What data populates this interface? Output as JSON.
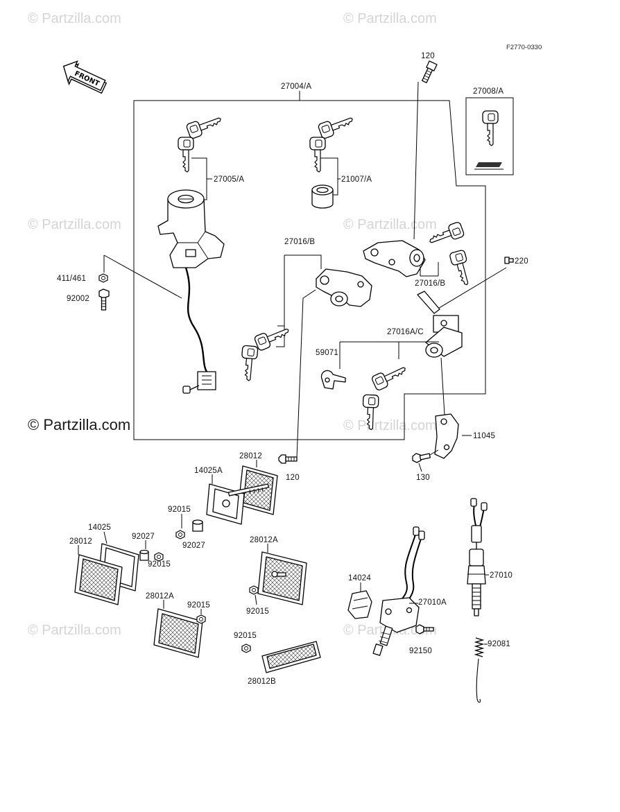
{
  "watermark": "© Partzilla.com",
  "diagram_code": "F2770-0330",
  "front_label": "FRONT",
  "callouts": [
    "120",
    "27004/A",
    "27008/A",
    "27005/A",
    "21007/A",
    "27016/B",
    "411/461",
    "92002",
    "27016/B",
    "220",
    "27016A/C",
    "59071",
    "11045",
    "28012",
    "120",
    "130",
    "14025A",
    "92015",
    "92027",
    "14025",
    "28012",
    "92027",
    "92015",
    "28012A",
    "92015",
    "28012A",
    "92015",
    "14024",
    "27010A",
    "27010",
    "92015",
    "92150",
    "92081",
    "28012B"
  ]
}
